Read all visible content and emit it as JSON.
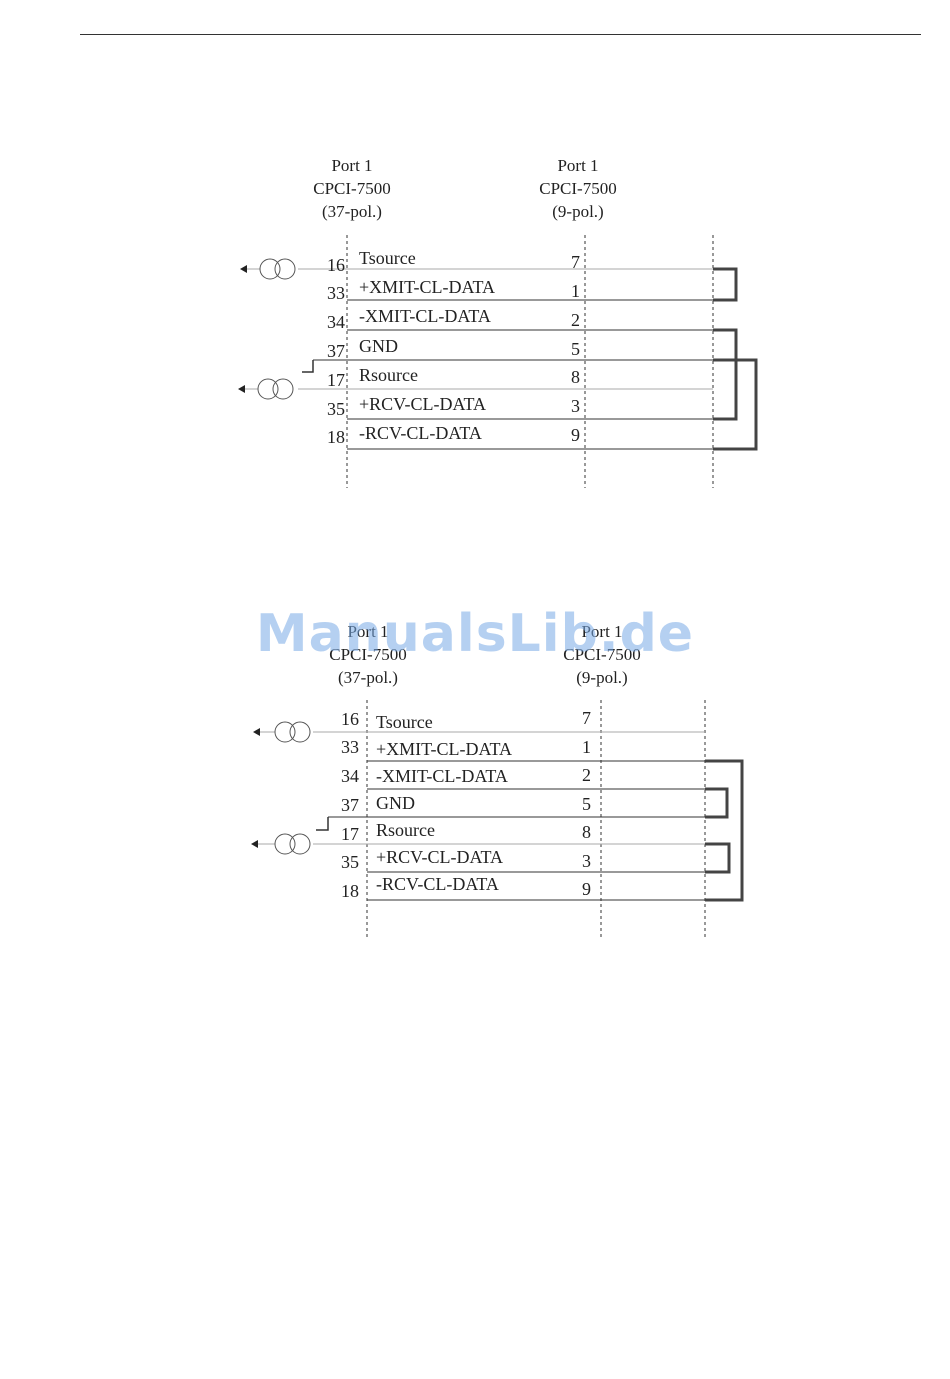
{
  "watermark": "ManualsLib.de",
  "diagram1": {
    "left_header": [
      "Port 1",
      "CPCI-7500",
      "(37-pol.)"
    ],
    "right_header": [
      "Port 1",
      "CPCI-7500",
      "(9-pol.)"
    ],
    "rows": [
      {
        "pin37": "16",
        "signal": "Tsource",
        "pin9": "7"
      },
      {
        "pin37": "33",
        "signal": "+XMIT-CL-DATA",
        "pin9": "1"
      },
      {
        "pin37": "34",
        "signal": "-XMIT-CL-DATA",
        "pin9": "2"
      },
      {
        "pin37": "37",
        "signal": "GND",
        "pin9": "5"
      },
      {
        "pin37": "17",
        "signal": "Rsource",
        "pin9": "8"
      },
      {
        "pin37": "35",
        "signal": "+RCV-CL-DATA",
        "pin9": "3"
      },
      {
        "pin37": "18",
        "signal": "-RCV-CL-DATA",
        "pin9": "9"
      }
    ]
  },
  "diagram2": {
    "left_header": [
      "Port 1",
      "CPCI-7500",
      "(37-pol.)"
    ],
    "right_header": [
      "Port 1",
      "CPCI-7500",
      "(9-pol.)"
    ],
    "rows": [
      {
        "pin37": "16",
        "signal": "Tsource",
        "pin9": "7"
      },
      {
        "pin37": "33",
        "signal": "+XMIT-CL-DATA",
        "pin9": "1"
      },
      {
        "pin37": "34",
        "signal": "-XMIT-CL-DATA",
        "pin9": "2"
      },
      {
        "pin37": "37",
        "signal": "GND",
        "pin9": "5"
      },
      {
        "pin37": "17",
        "signal": "Rsource",
        "pin9": "8"
      },
      {
        "pin37": "35",
        "signal": "+RCV-CL-DATA",
        "pin9": "3"
      },
      {
        "pin37": "18",
        "signal": "-RCV-CL-DATA",
        "pin9": "9"
      }
    ]
  }
}
